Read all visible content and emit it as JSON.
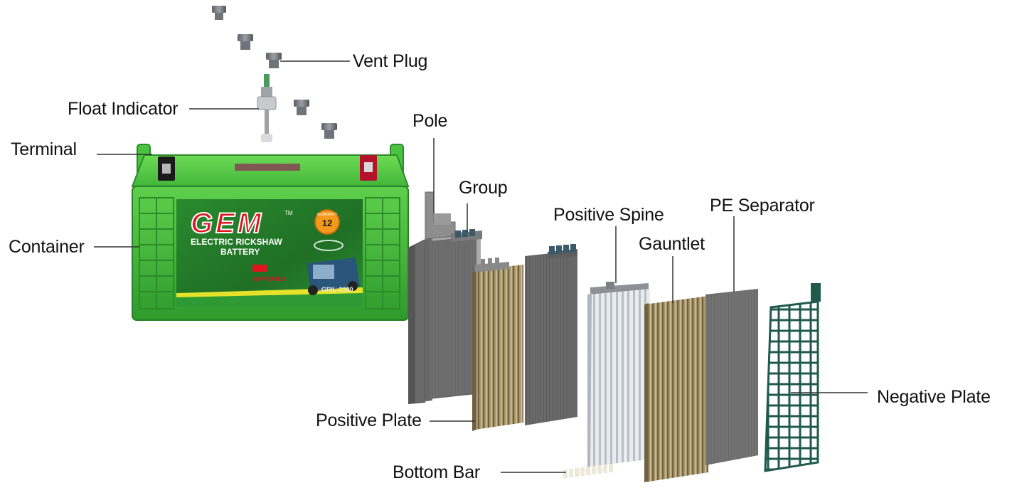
{
  "labels": {
    "vent_plug": "Vent Plug",
    "float_indicator": "Float Indicator",
    "terminal": "Terminal",
    "container": "Container",
    "pole": "Pole",
    "group": "Group",
    "positive_spine": "Positive Spine",
    "pe_separator": "PE Separator",
    "gauntlet": "Gauntlet",
    "negative_plate": "Negative Plate",
    "positive_plate": "Positive Plate",
    "bottom_bar": "Bottom Bar"
  },
  "battery": {
    "brand": "GEM",
    "trademark": "TM",
    "line1": "ELECTRIC RICKSHAW",
    "line2": "BATTERY",
    "warranty_months": "12",
    "warranty_text": "WARRANTY",
    "approved": "APPROVED",
    "model": "GRIL-2000"
  },
  "colors": {
    "battery_green": "#3cb83a",
    "battery_dark_green": "#1f7a24",
    "gauntlet_tan": "#a8966a",
    "plate_grey": "#6c6c6c",
    "negative_plate_green": "#1f5a4a",
    "brand_red": "#e0141e"
  }
}
